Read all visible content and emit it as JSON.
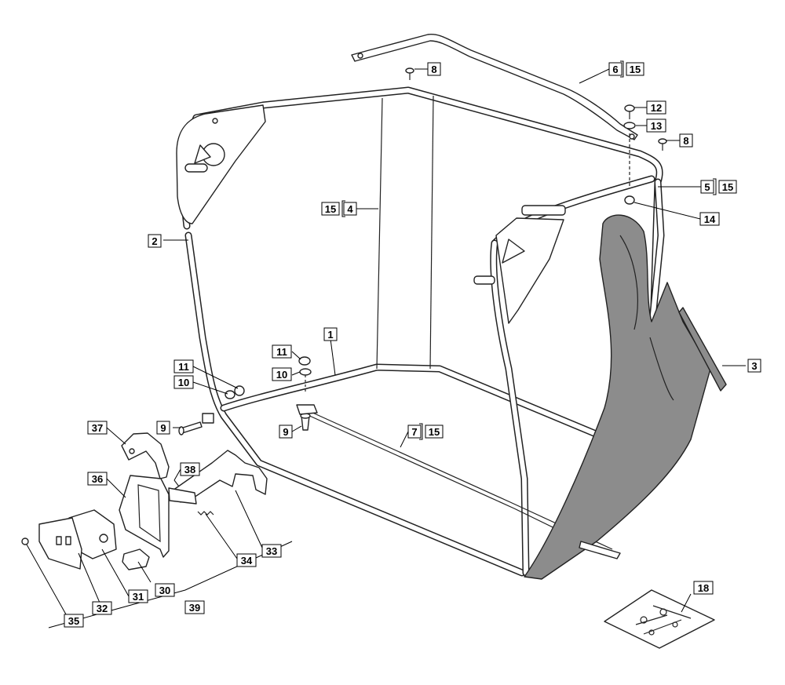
{
  "callouts": {
    "c1": "1",
    "c2": "2",
    "c3": "3",
    "c4_a": "15",
    "c4_b": "4",
    "c5_a": "5",
    "c5_b": "15",
    "c6_a": "6",
    "c6_b": "15",
    "c7_a": "7",
    "c7_b": "15",
    "c8_top": "8",
    "c8_right": "8",
    "c9_left": "9",
    "c9_mid": "9",
    "c10_left": "10",
    "c10_mid": "10",
    "c11_left": "11",
    "c11_mid": "11",
    "c12": "12",
    "c13": "13",
    "c14": "14",
    "c18": "18",
    "c30": "30",
    "c31": "31",
    "c32": "32",
    "c33": "33",
    "c34": "34",
    "c35": "35",
    "c36": "36",
    "c37": "37",
    "c38": "38",
    "c39": "39"
  },
  "colors": {
    "line": "#222222",
    "bag": "#8c8c8c",
    "background": "#ffffff"
  }
}
